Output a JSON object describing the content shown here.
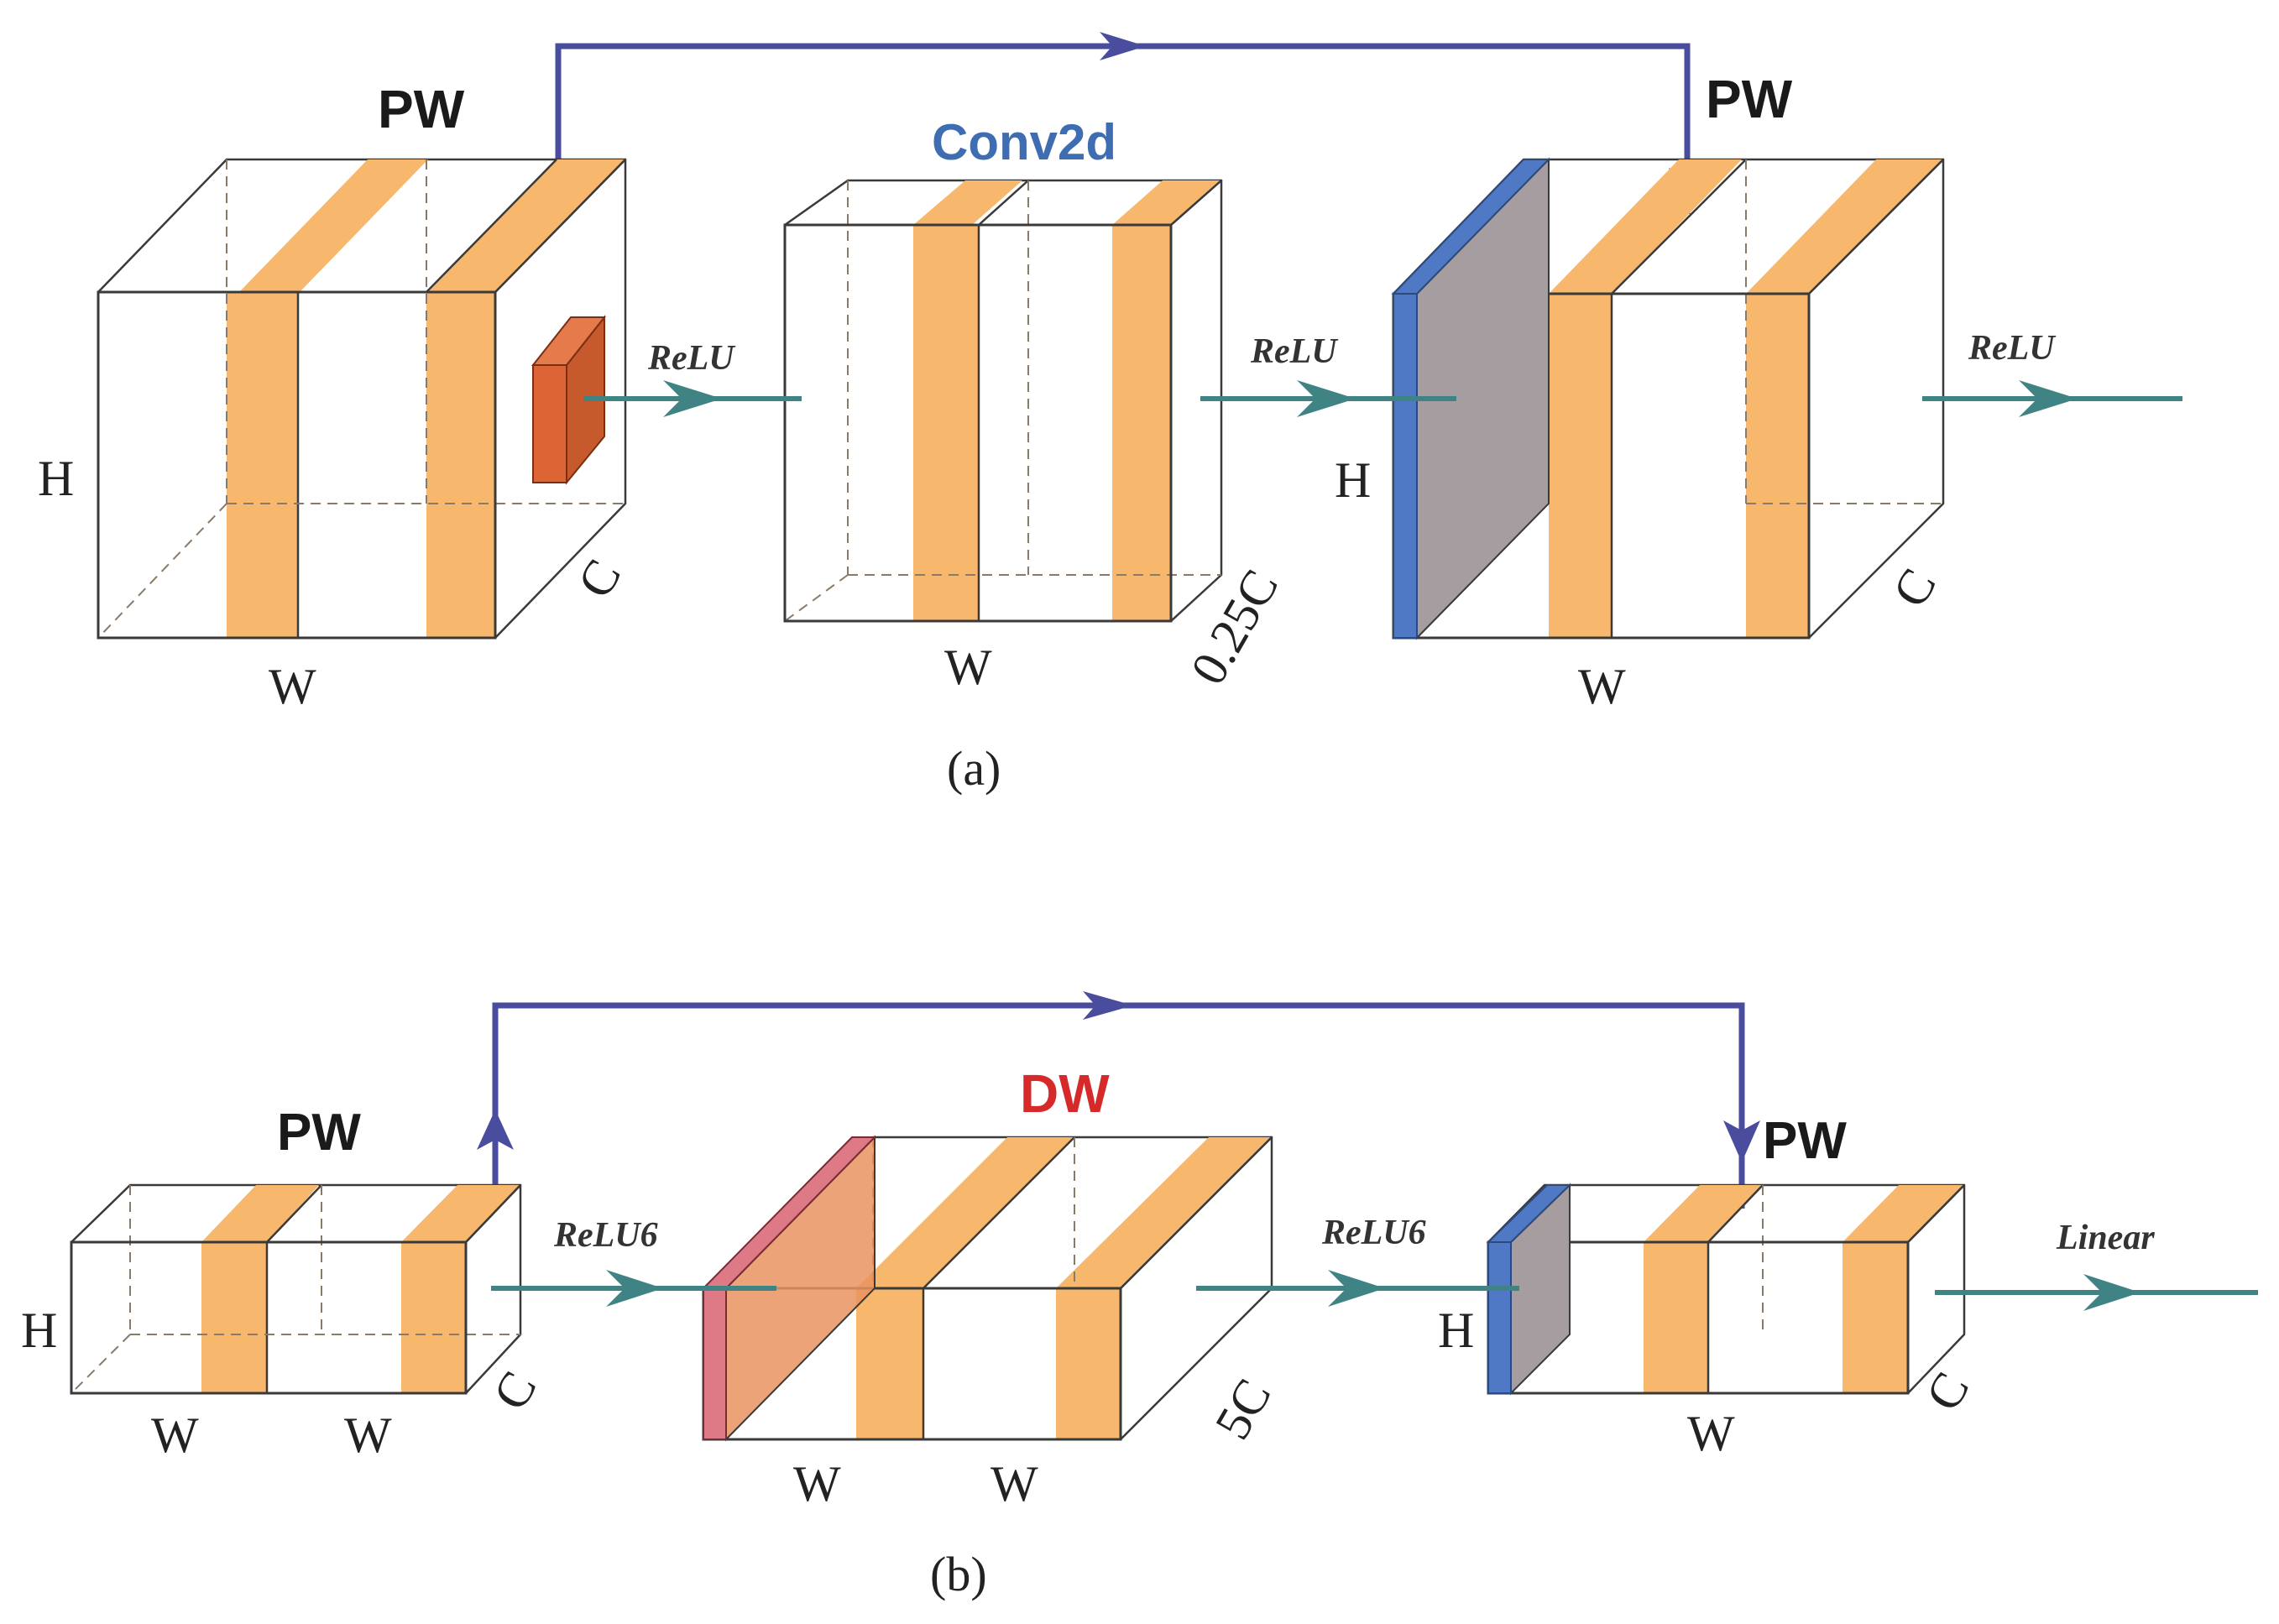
{
  "colors": {
    "light_face": "#fde3b8",
    "side_face": "#f8b877",
    "band": "#f7b76c",
    "blue_panel": "#4f79c4",
    "gray_panel": "#a59da0",
    "pink_panel": "#dd7a86",
    "orange_panel": "#e9935f",
    "kernel": "#dd6434",
    "teal_arrow": "#3f8385",
    "skip_arrow": "#4a4c9e",
    "conv2d_label": "#3f6db1",
    "dw_label": "#d62a2a"
  },
  "panel_a": {
    "caption": "(a)",
    "block1": {
      "top_label": "PW",
      "height_label": "H",
      "width_label": "W",
      "depth_label": "C"
    },
    "op1": "ReLU",
    "block2": {
      "top_label": "Conv2d",
      "width_label": "W",
      "depth_label": "0.25C"
    },
    "op2": "ReLU",
    "block3": {
      "top_label": "PW",
      "height_label": "H",
      "width_label": "W",
      "depth_label": "C"
    },
    "op3": "ReLU"
  },
  "panel_b": {
    "caption": "(b)",
    "block1": {
      "top_label": "PW",
      "height_label": "H",
      "width_label_1": "W",
      "width_label_2": "W",
      "depth_label": "C"
    },
    "op1": "ReLU6",
    "block2": {
      "top_label": "DW",
      "width_label_1": "W",
      "width_label_2": "W",
      "depth_label": "5C"
    },
    "op2": "ReLU6",
    "block3": {
      "top_label": "PW",
      "height_label": "H",
      "width_label": "W",
      "depth_label": "C"
    },
    "op3": "Linear"
  }
}
